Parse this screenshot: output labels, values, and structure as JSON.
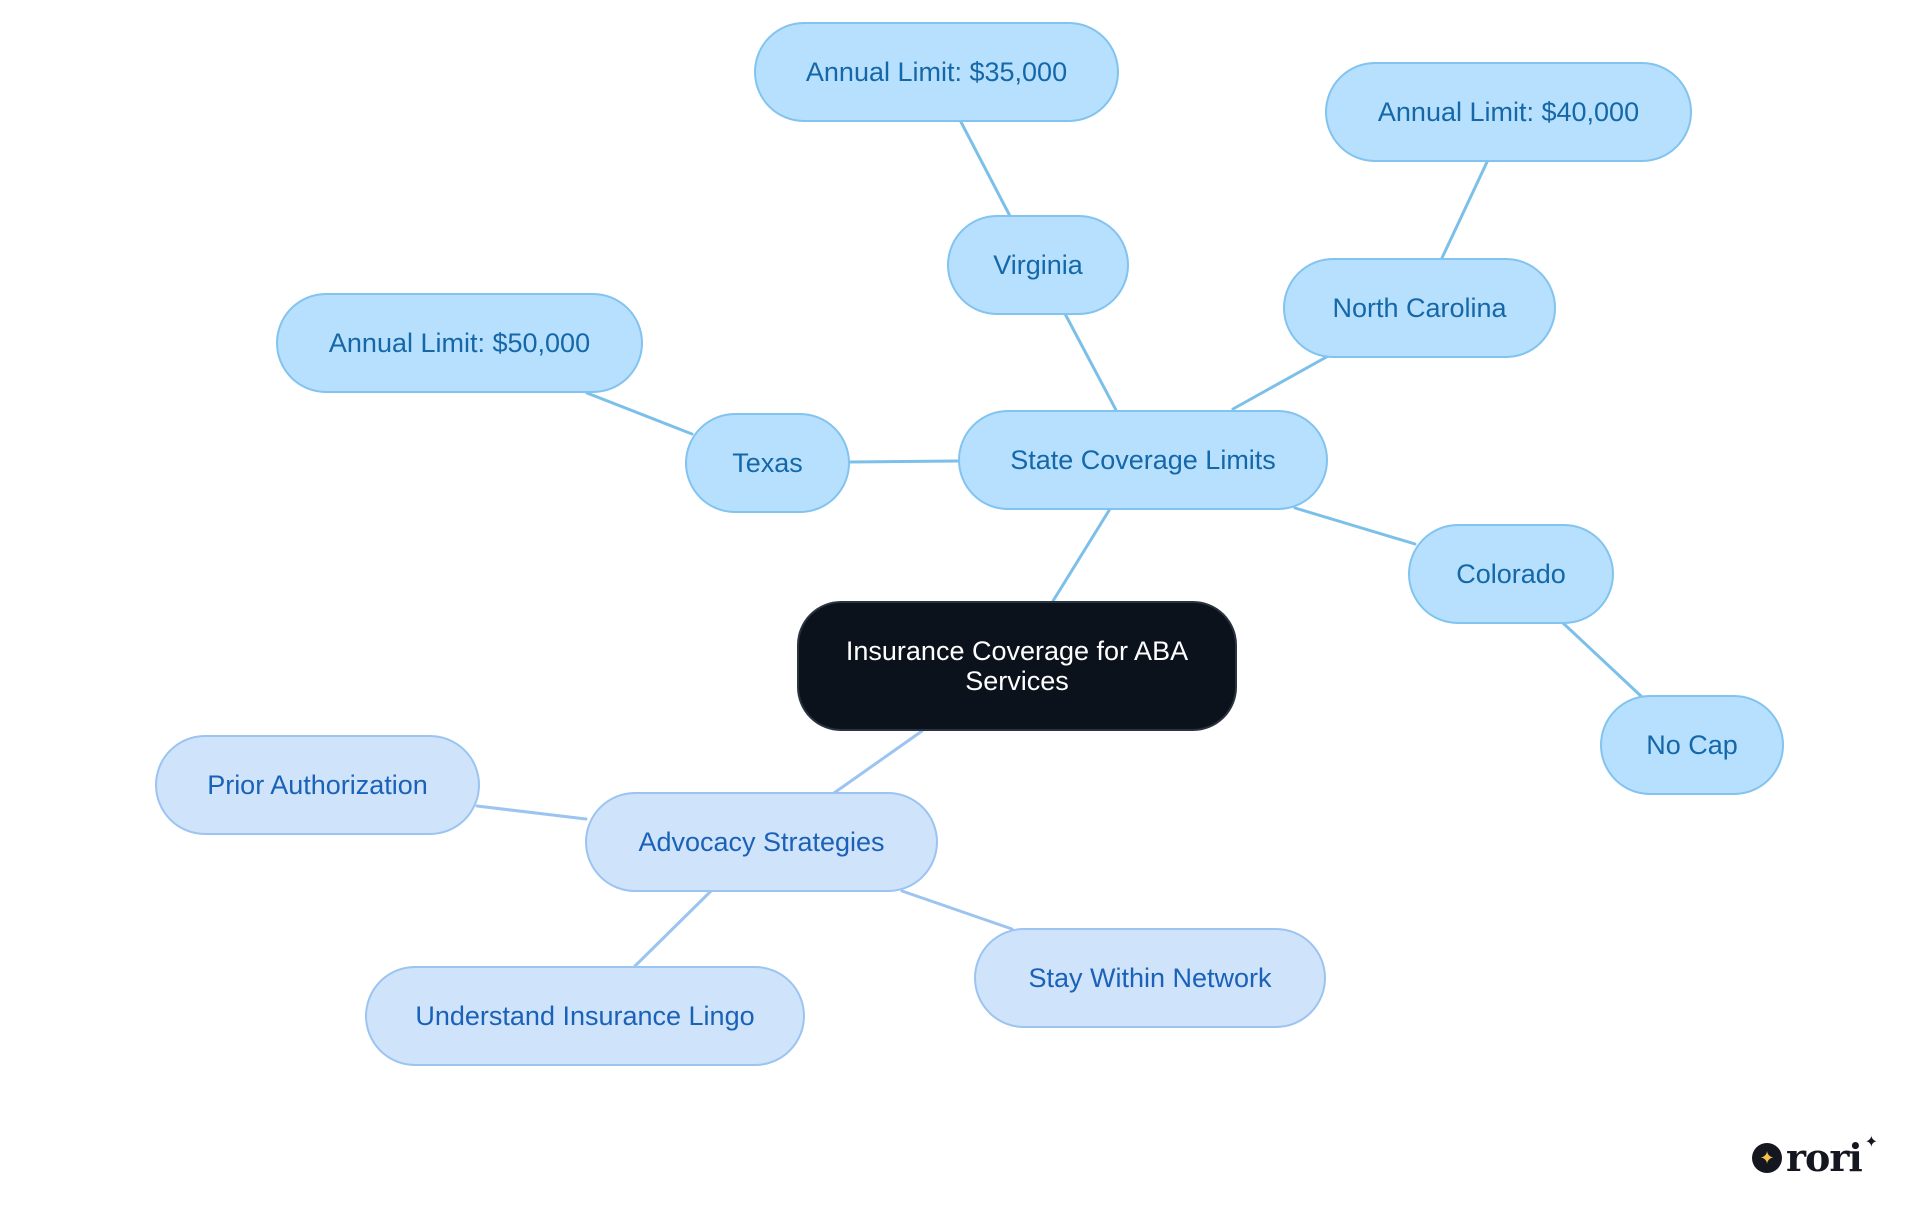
{
  "diagram": {
    "root": {
      "label": "Insurance Coverage for ABA Services"
    },
    "state_coverage": {
      "label": "State Coverage Limits",
      "children": [
        {
          "label": "Virginia",
          "detail": "Annual Limit: $35,000"
        },
        {
          "label": "North Carolina",
          "detail": "Annual Limit: $40,000"
        },
        {
          "label": "Texas",
          "detail": "Annual Limit: $50,000"
        },
        {
          "label": "Colorado",
          "detail": "No Cap"
        }
      ]
    },
    "advocacy": {
      "label": "Advocacy Strategies",
      "children": [
        {
          "label": "Prior Authorization"
        },
        {
          "label": "Understand Insurance Lingo"
        },
        {
          "label": "Stay Within Network"
        }
      ]
    }
  },
  "colors": {
    "root_fill": "#0c121c",
    "state_fill": "#b6e0fd",
    "state_edge": "#7cc0ea",
    "advocacy_fill": "#cfe3fb",
    "advocacy_edge": "#9cc4f0"
  },
  "logo": {
    "icon": "sparkle-icon",
    "word": "rori"
  }
}
